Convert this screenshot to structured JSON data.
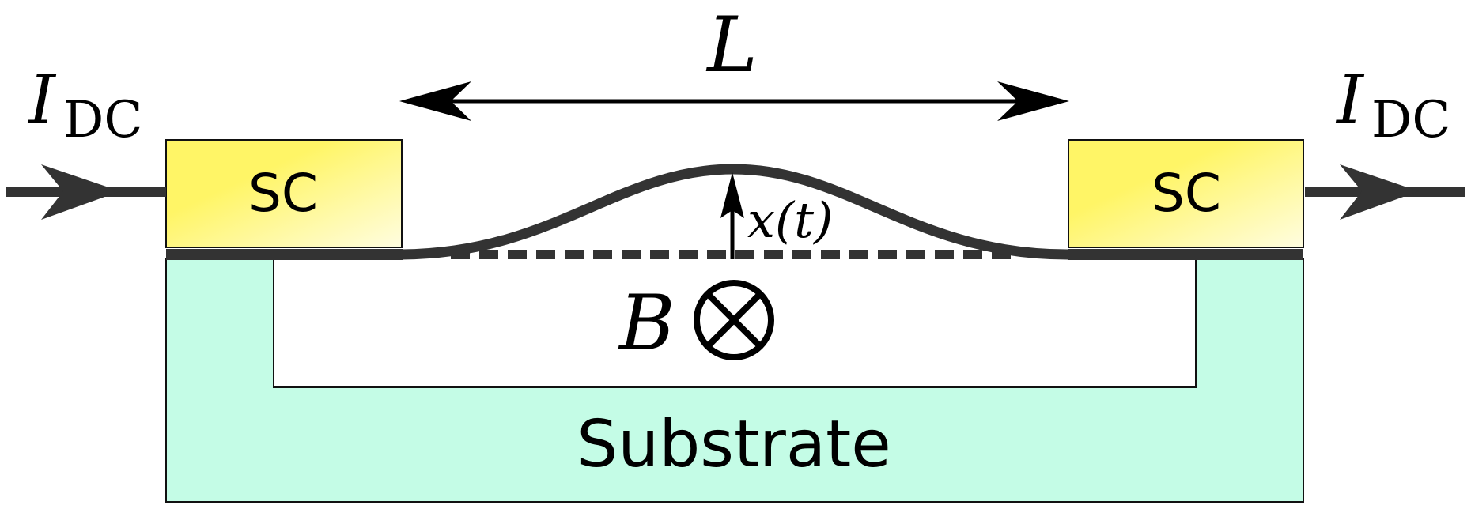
{
  "diagram": {
    "labels": {
      "current_left": {
        "main": "I",
        "sub": "DC"
      },
      "current_right": {
        "main": "I",
        "sub": "DC"
      },
      "length": "L",
      "displacement": "x(t)",
      "field": "B",
      "sc_left": "SC",
      "sc_right": "SC",
      "substrate": "Substrate"
    },
    "symbols": {
      "field_direction": "circle-cross-into-page",
      "length_arrow": "double-headed-arrow",
      "current_arrows": "right-pointing-arrow"
    },
    "colors": {
      "sc_fill_start": "#fff566",
      "sc_fill_end": "#fffde0",
      "substrate_fill": "#c4fce6",
      "beam": "#333333",
      "outline": "#111111",
      "background": "#ffffff"
    }
  }
}
